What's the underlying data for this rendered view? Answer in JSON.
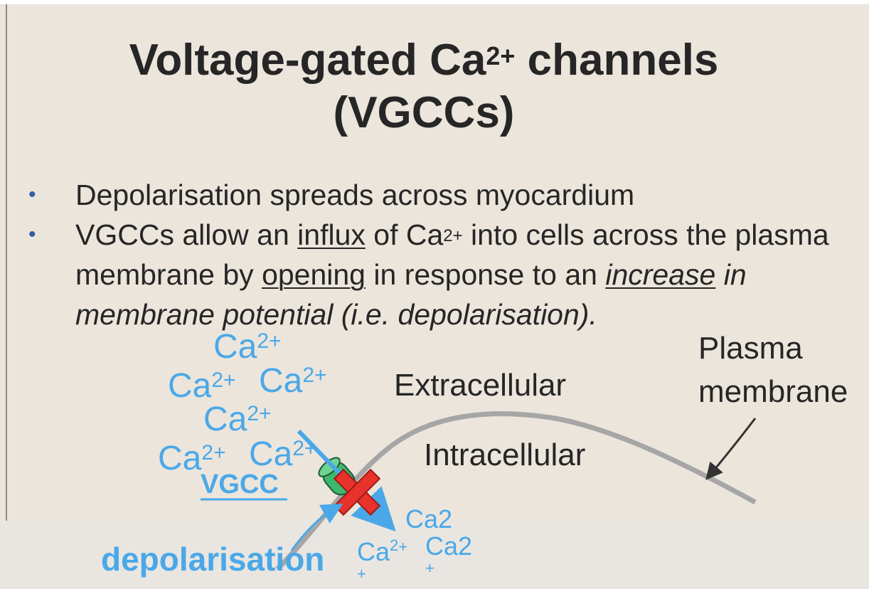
{
  "title": {
    "line1_pre": "Voltage-gated Ca",
    "line1_sup": "2+",
    "line1_post": " channels",
    "line2": "(VGCCs)"
  },
  "bullets": {
    "marker": "•",
    "b1": "Depolarisation spreads across myocardium",
    "b2": {
      "t1": "VGCCs allow an ",
      "u1": "influx",
      "t2": " of Ca",
      "sup": "2+",
      "t3": " into cells across the plasma membrane by ",
      "u2": "opening",
      "t4": " in response to an ",
      "u3": "increase",
      "t5": " in membrane potential (i.e. depolarisation)."
    }
  },
  "diagram": {
    "ion_base": "Ca",
    "ion_sup": "2+",
    "ion_small_base": "Ca",
    "ion_small_sup": "2",
    "ion_small_plus": "+",
    "extracellular": "Extracellular",
    "intracellular": "Intracellular",
    "plasma_line1": "Plasma",
    "plasma_line2": "membrane",
    "vgcc_label": "VGCC",
    "depolarisation_label": "depolarisation"
  },
  "colors": {
    "ion_blue": "#4aa8e8",
    "membrane_gray": "#a6a6a6",
    "block_red": "#e8322c",
    "channel_green": "#3db86e",
    "text_dark": "#262626"
  }
}
